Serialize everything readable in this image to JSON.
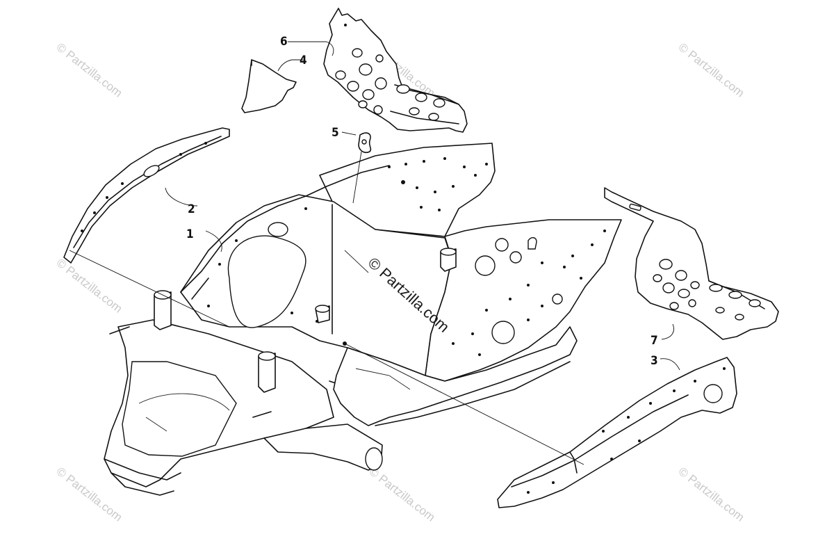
{
  "diagram": {
    "callouts": [
      {
        "id": "1",
        "label": "1"
      },
      {
        "id": "2",
        "label": "2"
      },
      {
        "id": "3",
        "label": "3"
      },
      {
        "id": "4",
        "label": "4"
      },
      {
        "id": "5",
        "label": "5"
      },
      {
        "id": "6",
        "label": "6"
      },
      {
        "id": "7",
        "label": "7"
      }
    ],
    "watermark_center": "© Partzilla.com",
    "watermark_tile": "© Partzilla.com",
    "colors": {
      "line": "#111111",
      "background": "#ffffff",
      "watermark": "#c9c9c9"
    }
  }
}
